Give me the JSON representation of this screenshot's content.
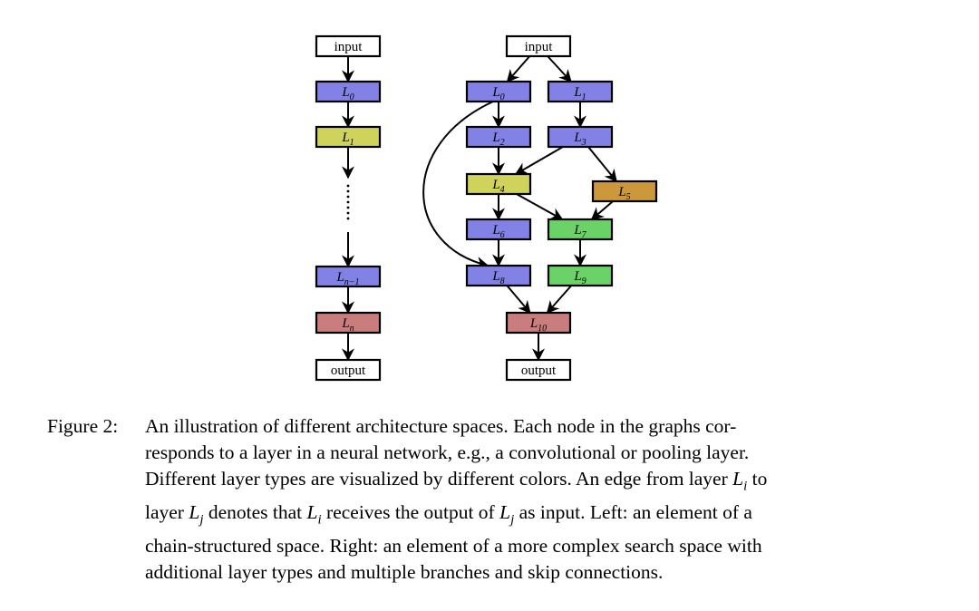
{
  "figure": {
    "colors": {
      "blue": "#8181e6",
      "yellow": "#cfd35c",
      "orange": "#cc9839",
      "green": "#6bd267",
      "red": "#c97d7d",
      "white": "#ffffff"
    },
    "left_chain": {
      "nodes": [
        {
          "id": "input",
          "label": "input",
          "sub": "",
          "color": "white"
        },
        {
          "id": "L0",
          "label": "L",
          "sub": "0",
          "color": "blue"
        },
        {
          "id": "L1",
          "label": "L",
          "sub": "1",
          "color": "yellow"
        },
        {
          "id": "Ln-1",
          "label": "L",
          "sub": "n−1",
          "color": "blue"
        },
        {
          "id": "Ln",
          "label": "L",
          "sub": "n",
          "color": "red"
        },
        {
          "id": "output",
          "label": "output",
          "sub": "",
          "color": "white"
        }
      ]
    },
    "right_graph": {
      "nodes": [
        {
          "id": "input",
          "label": "input",
          "sub": "",
          "color": "white"
        },
        {
          "id": "L0",
          "label": "L",
          "sub": "0",
          "color": "blue"
        },
        {
          "id": "L1",
          "label": "L",
          "sub": "1",
          "color": "blue"
        },
        {
          "id": "L2",
          "label": "L",
          "sub": "2",
          "color": "blue"
        },
        {
          "id": "L3",
          "label": "L",
          "sub": "3",
          "color": "blue"
        },
        {
          "id": "L4",
          "label": "L",
          "sub": "4",
          "color": "yellow"
        },
        {
          "id": "L5",
          "label": "L",
          "sub": "5",
          "color": "orange"
        },
        {
          "id": "L6",
          "label": "L",
          "sub": "6",
          "color": "blue"
        },
        {
          "id": "L7",
          "label": "L",
          "sub": "7",
          "color": "green"
        },
        {
          "id": "L8",
          "label": "L",
          "sub": "8",
          "color": "blue"
        },
        {
          "id": "L9",
          "label": "L",
          "sub": "9",
          "color": "green"
        },
        {
          "id": "L10",
          "label": "L",
          "sub": "10",
          "color": "red"
        },
        {
          "id": "output",
          "label": "output",
          "sub": "",
          "color": "white"
        }
      ],
      "edges": [
        [
          "input",
          "L0"
        ],
        [
          "input",
          "L1"
        ],
        [
          "L0",
          "L2"
        ],
        [
          "L1",
          "L3"
        ],
        [
          "L2",
          "L4"
        ],
        [
          "L3",
          "L4"
        ],
        [
          "L3",
          "L5"
        ],
        [
          "L4",
          "L6"
        ],
        [
          "L4",
          "L7"
        ],
        [
          "L5",
          "L7"
        ],
        [
          "L6",
          "L8"
        ],
        [
          "L7",
          "L9"
        ],
        [
          "L0",
          "L8"
        ],
        [
          "L8",
          "L10"
        ],
        [
          "L9",
          "L10"
        ],
        [
          "L10",
          "output"
        ]
      ]
    }
  },
  "caption": {
    "label": "Figure 2:",
    "lines": [
      "An illustration of different architecture spaces. Each node in the graphs cor-",
      "responds to a layer in a neural network, e.g., a convolutional or pooling layer.",
      "Different layer types are visualized by different colors. An edge from layer L_i to",
      "layer L_j denotes that L_i receives the output of L_j as input. Left: an element of a",
      "chain-structured space. Right: an element of a more complex search space with",
      "additional layer types and multiple branches and skip connections."
    ]
  }
}
